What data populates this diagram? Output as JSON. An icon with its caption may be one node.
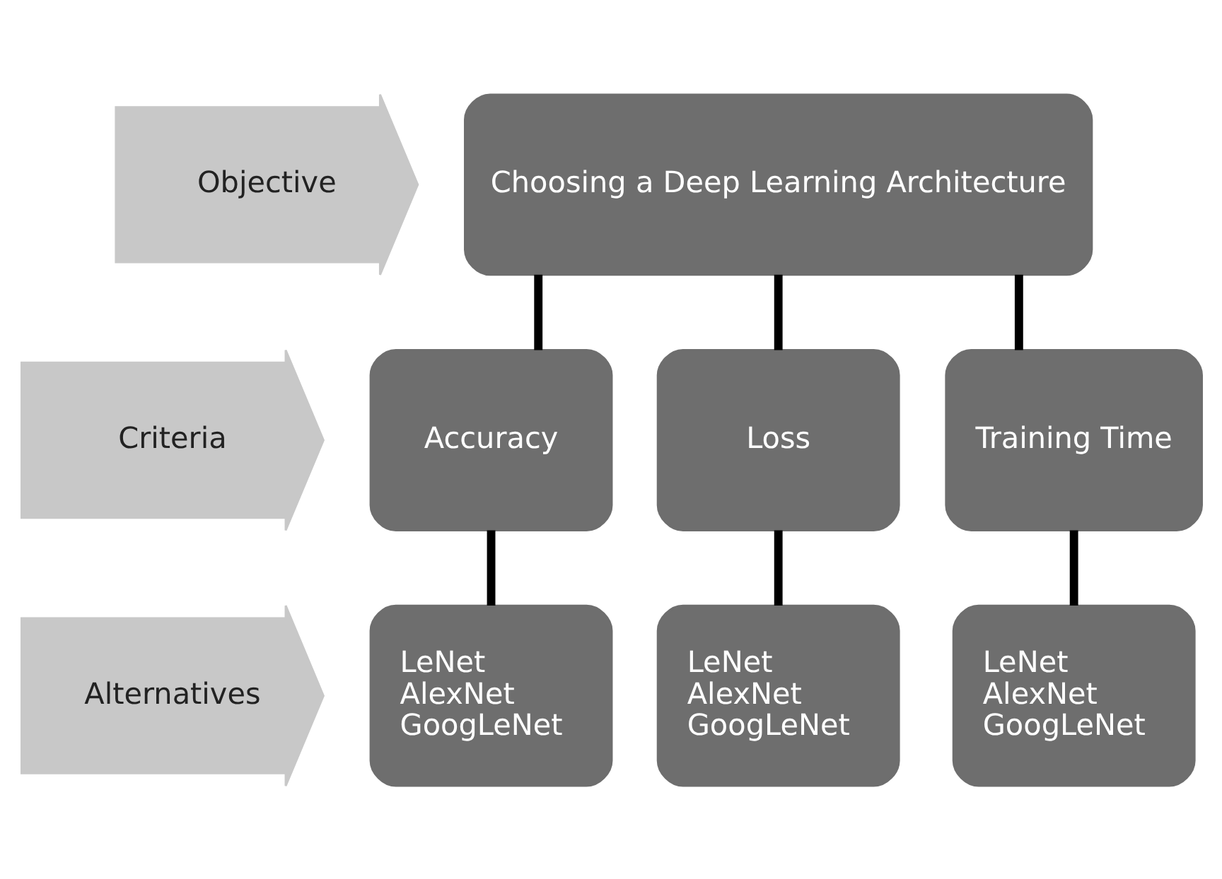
{
  "diagram": {
    "nodes": [
      {
        "text": [
          "Objective"
        ]
      },
      {
        "text": [
          "Criteria"
        ]
      },
      {
        "text": [
          "Alternatives"
        ]
      },
      {
        "text": [
          "Choosing a Deep Learning Architecture"
        ]
      },
      {
        "text": [
          "Accuracy"
        ]
      },
      {
        "text": [
          "Loss"
        ]
      },
      {
        "text": [
          "Training Time"
        ]
      },
      {
        "text": [
          "LeNet",
          "AlexNet",
          "GoogLeNet"
        ]
      },
      {
        "text": [
          "LeNet",
          "AlexNet",
          "GoogLeNet"
        ]
      },
      {
        "text": [
          "LeNet",
          "AlexNet",
          "GoogLeNet"
        ]
      }
    ],
    "edges": [
      {
        "from": 3,
        "to": 4,
        "arrow": "none"
      },
      {
        "from": 3,
        "to": 5,
        "arrow": "none"
      },
      {
        "from": 3,
        "to": 6,
        "arrow": "none"
      },
      {
        "from": 4,
        "to": 7,
        "arrow": "none"
      },
      {
        "from": 5,
        "to": 8,
        "arrow": "none"
      },
      {
        "from": 6,
        "to": 9,
        "arrow": "none"
      }
    ]
  }
}
